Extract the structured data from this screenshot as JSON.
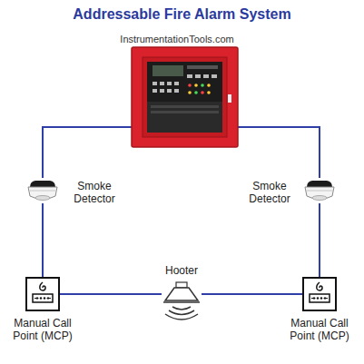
{
  "diagram": {
    "title": "Addressable Fire Alarm System",
    "nodes": [
      {
        "text": [
          "Smoke Detector"
        ]
      },
      {
        "text": [
          "Smoke Detector"
        ]
      },
      {
        "text": [
          "Manual Call Point (MCP)"
        ]
      },
      {
        "text": [
          "Hooter"
        ]
      },
      {
        "text": [
          "Manual Call Point (MCP)"
        ]
      }
    ],
    "edges": [
      {
        "from": 0,
        "to": 2,
        "arrow": "none"
      },
      {
        "from": 2,
        "to": 3,
        "arrow": "none"
      },
      {
        "from": 3,
        "to": 4,
        "arrow": "none"
      },
      {
        "from": 4,
        "to": 1,
        "arrow": "none"
      }
    ],
    "labels": [
      "InstrumentationTools.com"
    ]
  }
}
